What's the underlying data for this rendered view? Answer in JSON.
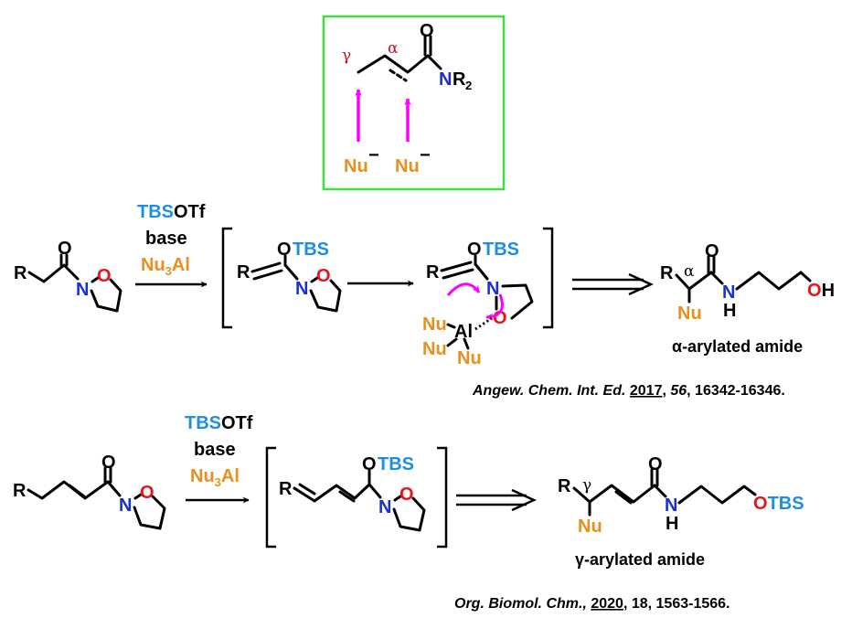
{
  "colors": {
    "black": "#000000",
    "oxygen": "#e8141c",
    "nitrogen": "#1a2fd0",
    "tbs": "#1b8fe0",
    "nucleophile": "#e88f1c",
    "greek_red": "#c0161b",
    "arrow_magenta": "#ff00ff",
    "box_green": "#3de03d"
  },
  "top_box": {
    "gamma": "γ",
    "alpha": "α",
    "oxygen": "O",
    "n": "N",
    "r": "R",
    "r_sub": "2",
    "nu_left": "Nu",
    "nu_right": "Nu",
    "charge": "−"
  },
  "scheme1": {
    "reagent_tbs": "TBS",
    "reagent_otf": "OTf",
    "reagent_base": "base",
    "reagent_nu": "Nu",
    "reagent_sub": "3",
    "reagent_al": "Al",
    "sm": {
      "r": "R",
      "o": "O",
      "n": "N",
      "ring_o": "O"
    },
    "int1": {
      "r": "R",
      "o": "O",
      "tbs": "TBS",
      "n": "N",
      "ring_o": "O"
    },
    "int2": {
      "r": "R",
      "o": "O",
      "tbs": "TBS",
      "n": "N",
      "ring_o": "O",
      "al": "Al",
      "nu1": "Nu",
      "nu2": "Nu",
      "nu3": "Nu"
    },
    "product": {
      "r": "R",
      "alpha": "α",
      "o": "O",
      "n": "N",
      "h": "H",
      "nu": "Nu",
      "oh_o": "O",
      "oh_h": "H"
    },
    "caption": "α-arylated amide",
    "ref": {
      "journal": "Angew. Chem. Int. Ed.",
      "year": "2017",
      "rest_pre": ", ",
      "volume": "56",
      "pages": ", 16342-16346."
    }
  },
  "scheme2": {
    "reagent_tbs": "TBS",
    "reagent_otf": "OTf",
    "reagent_base": "base",
    "reagent_nu": "Nu",
    "reagent_sub": "3",
    "reagent_al": "Al",
    "sm": {
      "r": "R",
      "o": "O",
      "n": "N",
      "ring_o": "O"
    },
    "int": {
      "r": "R",
      "o": "O",
      "tbs": "TBS",
      "n": "N",
      "ring_o": "O"
    },
    "product": {
      "r": "R",
      "gamma": "γ",
      "o": "O",
      "n": "N",
      "h": "H",
      "nu": "Nu",
      "o2": "O",
      "tbs": "TBS"
    },
    "caption": "γ-arylated amide",
    "ref": {
      "journal": "Org. Biomol. Chm.,",
      "year": "2020",
      "rest": ", 18, 1563-1566."
    }
  }
}
